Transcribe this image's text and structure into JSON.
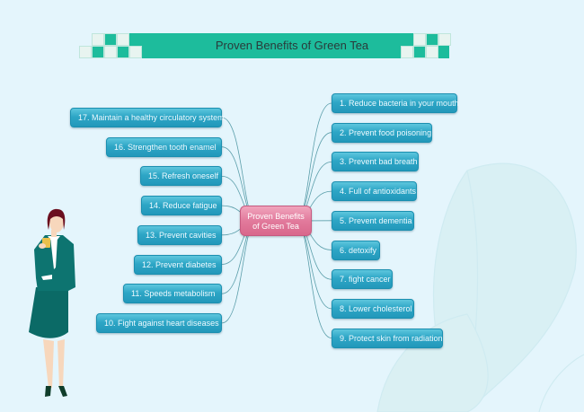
{
  "title": "Proven Benefits of Green Tea",
  "center": {
    "line1": "Proven Benefits",
    "line2": "of Green Tea"
  },
  "right_nodes": [
    "1. Reduce bacteria in your mouth",
    "2. Prevent food poisoning",
    "3. Prevent bad breath",
    "4. Full of antioxidants",
    "5. Prevent dementia",
    "6.  detoxify",
    "7. fight cancer",
    "8. Lower cholesterol",
    "9. Protect skin from radiation"
  ],
  "left_nodes": [
    "17. Maintain a healthy circulatory system",
    "16. Strengthen tooth enamel",
    "15. Refresh oneself",
    "14. Reduce fatigue",
    "13. Prevent cavities",
    "12. Prevent diabetes",
    "11. Speeds metabolism",
    "10. Fight against heart diseases"
  ],
  "colors": {
    "background": "#e4f5fc",
    "title_bar": "#1dbc9c",
    "node": "#2ea6c6",
    "center": "#e27a9c",
    "connector": "#5b9eaa"
  }
}
